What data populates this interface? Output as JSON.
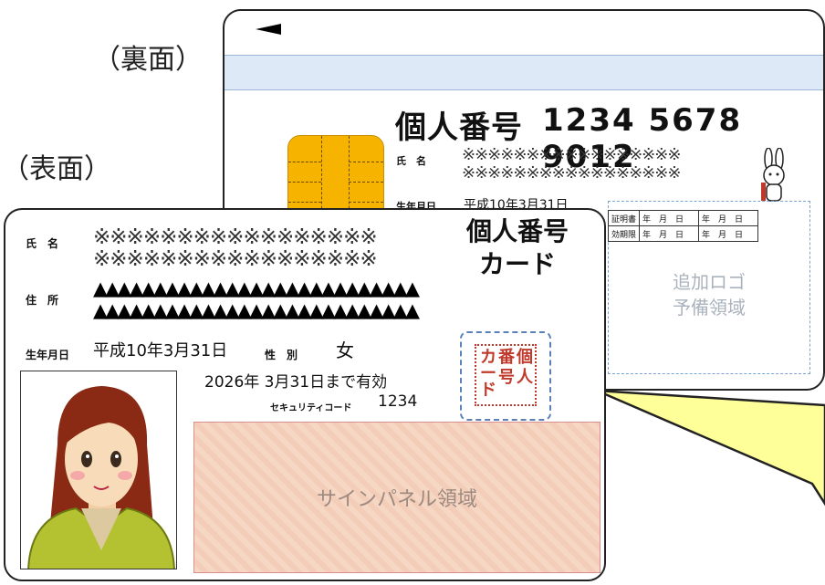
{
  "labels": {
    "back": "（裏面）",
    "front": "（表面）"
  },
  "back": {
    "number_label": "個人番号",
    "number": "1234 5678 9012",
    "name_label": "氏　名",
    "name_line1": "※※※※※※※※※※※※※※※※※",
    "name_line2": "※※※※※※※※※※※※※※※※※",
    "birth_label": "生年月日",
    "birth": "平成10年3月31日",
    "cert_label1": "証明書",
    "cert_label2": "効期限",
    "cert_cell": "年　月　日",
    "logo_line1": "追加ロゴ",
    "logo_line2": "予備領域"
  },
  "front": {
    "title_line1": "個人番号",
    "title_line2": "カード",
    "name_label": "氏　名",
    "name_line1": "※※※※※※※※※※※※※※※※※",
    "name_line2": "※※※※※※※※※※※※※※※※※",
    "address_label": "住　所",
    "address_line1": "▲▲▲▲▲▲▲▲▲▲▲▲▲▲▲▲▲▲▲▲▲▲▲▲▲▲▲",
    "address_line2": "▲▲▲▲▲▲▲▲▲▲▲▲▲▲▲▲▲▲▲▲▲▲▲▲▲▲▲",
    "birth_label": "生年月日",
    "birth": "平成10年3月31日",
    "sex_label": "性　別",
    "sex": "女",
    "valid": "2026年 3月31日まで有効",
    "security_label": "セキュリティコード",
    "security_code": "1234",
    "sign_panel": "サインパネル領域",
    "stamp_chars": [
      "個",
      "人",
      "番",
      "号",
      "カ",
      "ー",
      "ド"
    ]
  },
  "colors": {
    "chip": "#f6b400",
    "stripe": "#dde9f7",
    "callout": "#ffff99",
    "sign_panel": "#f6d7c4",
    "stamp": "#c0392b"
  }
}
